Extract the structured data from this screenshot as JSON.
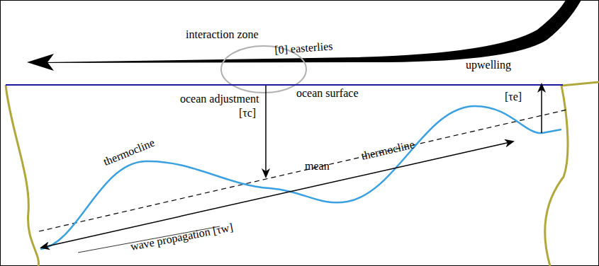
{
  "diagram": {
    "labels": [
      "interaction zone",
      "[0] easterlies",
      "ocean surface",
      "ocean adjustment",
      "[τc]",
      "thermocline",
      "mean",
      "thermocline",
      "upwelling",
      "[τe]",
      "wave propagation [τw]"
    ]
  }
}
